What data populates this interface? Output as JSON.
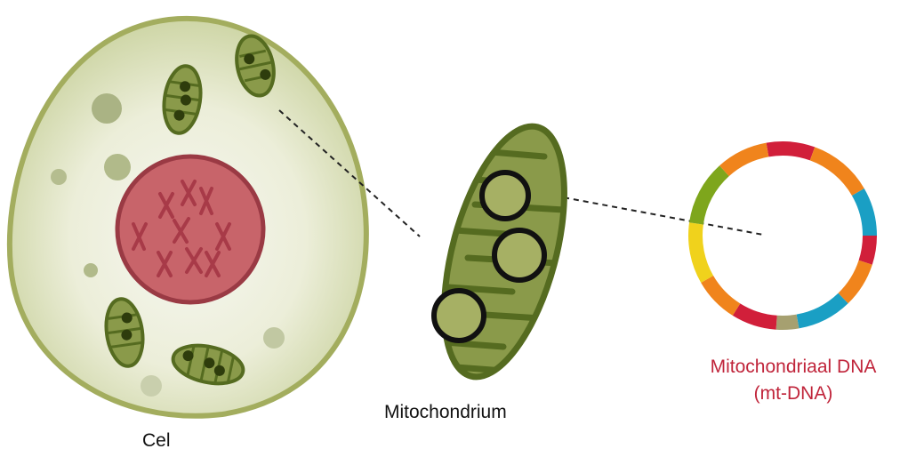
{
  "labels": {
    "cell": "Cel",
    "mitochondrion": "Mitochondrium",
    "mtdna_line1": "Mitochondriaal DNA",
    "mtdna_line2": "(mt-DNA)"
  },
  "colors": {
    "cell_fill_outer": "#c9d29b",
    "cell_fill_inner": "#f4f5ec",
    "cell_outline": "#a3ad5e",
    "nucleus_fill": "#c8646a",
    "nucleus_outline": "#9a3a44",
    "chromosome": "#a83a48",
    "mito_fill": "#8a9a4a",
    "mito_outline": "#556b20",
    "mito_dark": "#3a4a12",
    "label_red": "#c0243a",
    "dna_red": "#d11f3a",
    "dna_orange": "#f0841c",
    "dna_blue": "#1a9fc4",
    "dna_green": "#7ea61c",
    "dna_yellow": "#f0d21c",
    "dna_tan": "#a6a070"
  },
  "dna_ring_segments": [
    "red",
    "orange",
    "blue",
    "red",
    "orange",
    "blue",
    "tan",
    "red",
    "orange",
    "yellow",
    "green",
    "orange"
  ]
}
